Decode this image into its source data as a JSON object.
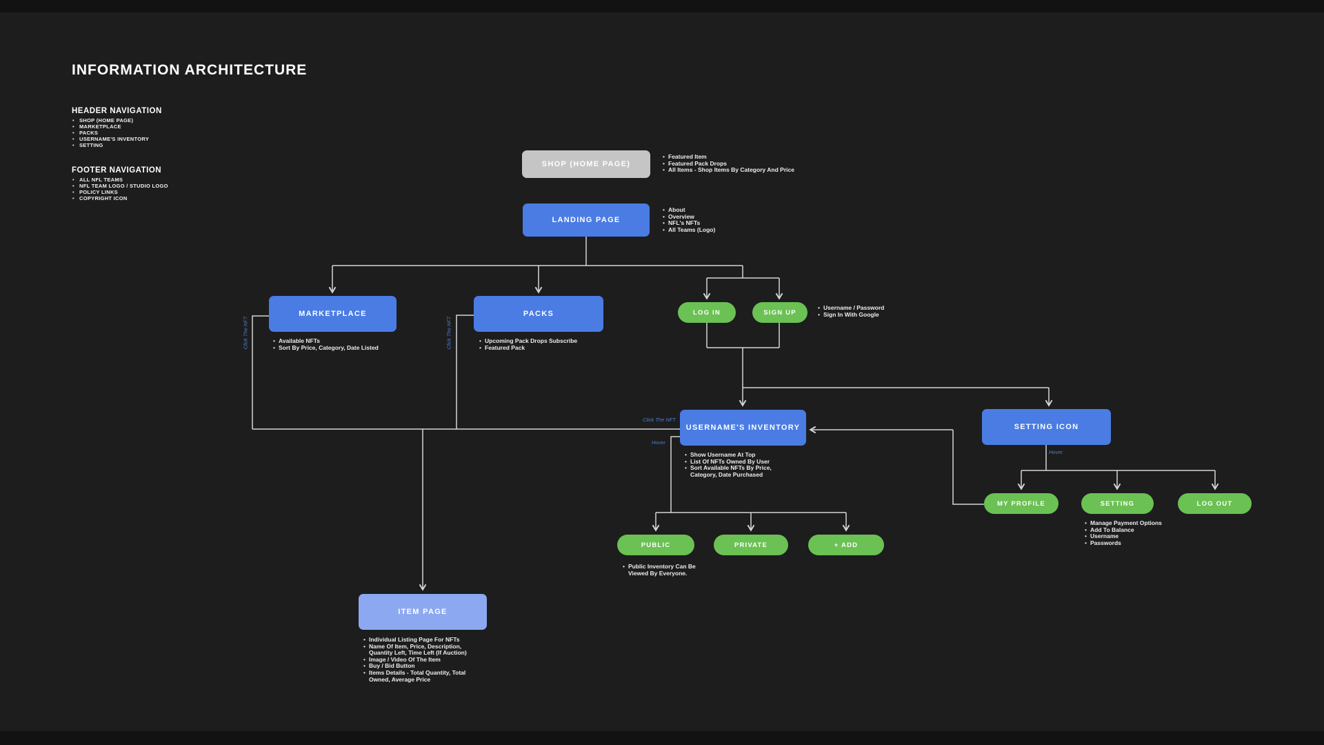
{
  "title": "INFORMATION ARCHITECTURE",
  "legend": {
    "header_nav": {
      "heading": "HEADER NAVIGATION",
      "items": [
        "SHOP (HOME PAGE)",
        "MARKETPLACE",
        "PACKS",
        "USERNAME'S INVENTORY",
        "SETTING"
      ]
    },
    "footer_nav": {
      "heading": "FOOTER NAVIGATION",
      "items": [
        "ALL NFL TEAMS",
        "NFL TEAM LOGO / STUDIO LOGO",
        "POLICY LINKS",
        "COPYRIGHT ICON"
      ]
    }
  },
  "nodes": {
    "shop": {
      "label": "SHOP (HOME PAGE)",
      "notes": [
        "Featured Item",
        "Featured Pack Drops",
        "All Items - Shop Items By Category And Price"
      ]
    },
    "landing": {
      "label": "LANDING PAGE",
      "notes": [
        "About",
        "Overview",
        "NFL's NFTs",
        "All Teams (Logo)"
      ]
    },
    "marketplace": {
      "label": "MARKETPLACE",
      "notes": [
        "Available NFTs",
        "Sort By Price, Category, Date Listed"
      ]
    },
    "packs": {
      "label": "PACKS",
      "notes": [
        "Upcoming Pack Drops Subscribe",
        "Featured Pack"
      ]
    },
    "login": {
      "label": "LOG IN"
    },
    "signup": {
      "label": "SIGN UP",
      "notes": [
        "Username / Password",
        "Sign In With Google"
      ]
    },
    "inventory": {
      "label": "USERNAME'S INVENTORY",
      "notes": [
        "Show Username At Top",
        "List Of NFTs Owned By User",
        "Sort Available NFTs By Price, Category, Date Purchased"
      ]
    },
    "setting_icon": {
      "label": "SETTING ICON"
    },
    "my_profile": {
      "label": "MY PROFILE"
    },
    "setting": {
      "label": "SETTING",
      "notes": [
        "Manage Payment Options",
        "Add To Balance",
        "Username",
        "Passwords"
      ]
    },
    "log_out": {
      "label": "LOG OUT"
    },
    "public": {
      "label": "PUBLIC",
      "notes": [
        "Public Inventory Can Be Viewed By Everyone."
      ]
    },
    "private": {
      "label": "PRIVATE"
    },
    "add": {
      "label": "+ ADD"
    },
    "item_page": {
      "label": "ITEM PAGE",
      "notes": [
        "Individual Listing Page For NFTs",
        "Name Of Item, Price, Description, Quantity Left, Time Left (If Auction)",
        "Image / Video Of The Item",
        "Buy / Bid Button",
        "Items Details - Total Quantity, Total Owned, Average Price"
      ]
    }
  },
  "edge_labels": {
    "click_the_nft": "Click The NFT",
    "hover": "Hover"
  },
  "colors": {
    "background": "#1d1d1e",
    "box_blue": "#4a7ce4",
    "box_blue_light": "#8ca8f0",
    "box_gray": "#c5c5c5",
    "pill_green": "#6bc153",
    "connector": "#d6d6d6",
    "edge_label_blue": "#4a7fd0"
  }
}
